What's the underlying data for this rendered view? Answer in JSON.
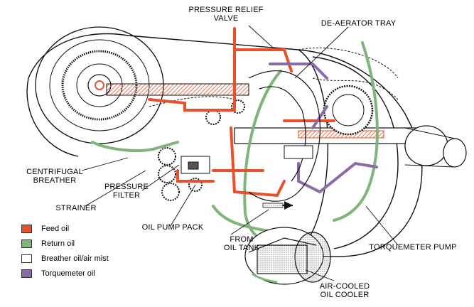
{
  "labels": {
    "pressure_relief_l1": "PRESSURE RELIEF",
    "pressure_relief_l2": "VALVE",
    "deaerator": "DE-AERATOR TRAY",
    "centrifugal_l1": "CENTRIFUGAL",
    "centrifugal_l2": "BREATHER",
    "pressure_filter_l1": "PRESSURE",
    "pressure_filter_l2": "FILTER",
    "strainer": "STRAINER",
    "oil_pump_pack": "OIL PUMP PACK",
    "from_tank_l1": "FROM",
    "from_tank_l2": "OIL TANK",
    "torquemeter_pump": "TORQUEMETER PUMP",
    "cooler_l1": "AIR-COOLED",
    "cooler_l2": "OIL COOLER"
  },
  "legend": [
    {
      "label": "Feed oil",
      "color": "#e8502e"
    },
    {
      "label": "Return oil",
      "color": "#7fb57a"
    },
    {
      "label": "Breather oil/air mist",
      "color": "#ffffff"
    },
    {
      "label": "Torquemeter oil",
      "color": "#8a6aa8"
    }
  ]
}
